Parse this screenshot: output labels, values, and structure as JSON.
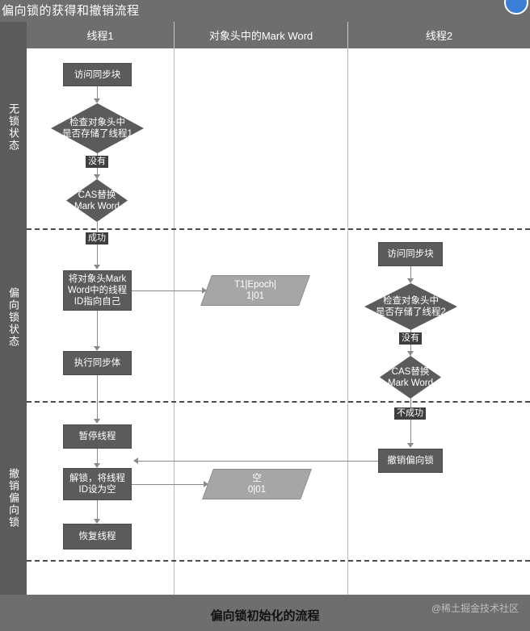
{
  "header": {
    "title": "偏向锁的获得和撤销流程",
    "badge_icon": "avatar-circle-icon",
    "badge_color": "#3a7fd5"
  },
  "theme": {
    "page_bg": "#6e6e6e",
    "canvas_bg": "#ffffff",
    "node_fill": "#5b5b5b",
    "data_fill": "#a6a6a6",
    "connector": "#8a8a8a",
    "label_bg": "#3f3f3f"
  },
  "rail": {
    "stages": [
      {
        "label": "无锁状态"
      },
      {
        "label": "偏向锁状态"
      },
      {
        "label": "撤销偏向锁"
      }
    ]
  },
  "columns": [
    {
      "label": "线程1"
    },
    {
      "label": "对象头中的Mark Word"
    },
    {
      "label": "线程2"
    }
  ],
  "nodes": {
    "t1_access": "访问同步块",
    "t1_check": "检查对象头中\n是否存储了线程1",
    "t1_cas": "CAS替换\nMark Word",
    "t1_point_self": "将对象头Mark\nWord中的线程\nID指向自己",
    "t1_exec": "执行同步体",
    "t1_pause": "暂停线程",
    "t1_unlock": "解锁，将线程\nID设为空",
    "t1_resume": "恢复线程",
    "mw_biased": "T1|Epoch|\n1|01",
    "mw_empty": "空\n0|01",
    "t2_access": "访问同步块",
    "t2_check": "检查对象头中\n是否存储了线程2",
    "t2_cas": "CAS替换\nMark Word",
    "t2_revoke": "撤销偏向锁"
  },
  "edge_labels": {
    "t1_no": "没有",
    "t1_success": "成功",
    "t2_no": "没有",
    "t2_fail": "不成功"
  },
  "footer": {
    "caption": "偏向锁初始化的流程",
    "watermark": "@稀土掘金技术社区"
  }
}
